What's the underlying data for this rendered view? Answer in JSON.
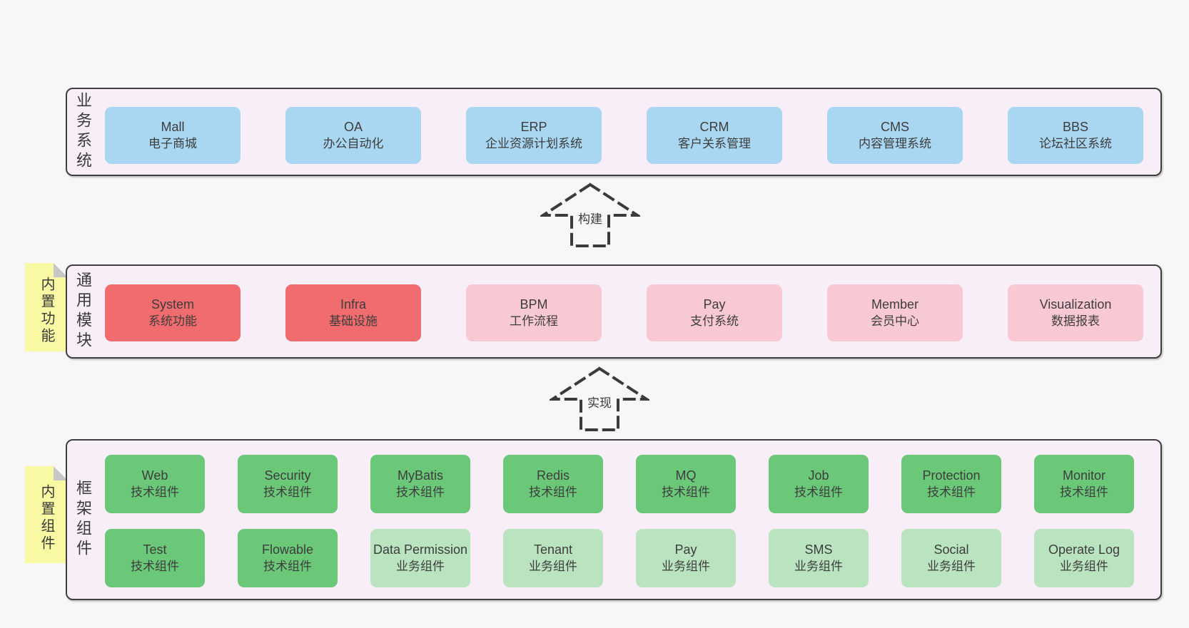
{
  "colors": {
    "page_background": "#f7f7f7",
    "panel_fill": "#f8eef7",
    "panel_border": "#3f3f3f",
    "blue_box": "#a9d7f1",
    "red_box": "#f16c6e",
    "pink_box": "#f9c9d3",
    "green_box": "#6ac878",
    "light_green_box": "#bae4c0",
    "sticky_yellow": "#f9f9a3",
    "text": "#3d3d3d"
  },
  "business": {
    "label": "业务系统",
    "boxes": [
      {
        "name": "Mall",
        "subtitle": "电子商城",
        "variant": "blue"
      },
      {
        "name": "OA",
        "subtitle": "办公自动化",
        "variant": "blue"
      },
      {
        "name": "ERP",
        "subtitle": "企业资源计划系统",
        "variant": "blue"
      },
      {
        "name": "CRM",
        "subtitle": "客户关系管理",
        "variant": "blue"
      },
      {
        "name": "CMS",
        "subtitle": "内容管理系统",
        "variant": "blue"
      },
      {
        "name": "BBS",
        "subtitle": "论坛社区系统",
        "variant": "blue"
      }
    ]
  },
  "arrow_build": {
    "label": "构建"
  },
  "common": {
    "sticky": "内置功能",
    "label": "通用模块",
    "boxes": [
      {
        "name": "System",
        "subtitle": "系统功能",
        "variant": "red"
      },
      {
        "name": "Infra",
        "subtitle": "基础设施",
        "variant": "red"
      },
      {
        "name": "BPM",
        "subtitle": "工作流程",
        "variant": "pink"
      },
      {
        "name": "Pay",
        "subtitle": "支付系统",
        "variant": "pink"
      },
      {
        "name": "Member",
        "subtitle": "会员中心",
        "variant": "pink"
      },
      {
        "name": "Visualization",
        "subtitle": "数据报表",
        "variant": "pink"
      }
    ]
  },
  "arrow_implement": {
    "label": "实现"
  },
  "framework": {
    "sticky": "内置组件",
    "label": "框架组件",
    "row1": [
      {
        "name": "Web",
        "subtitle": "技术组件",
        "variant": "green"
      },
      {
        "name": "Security",
        "subtitle": "技术组件",
        "variant": "green"
      },
      {
        "name": "MyBatis",
        "subtitle": "技术组件",
        "variant": "green"
      },
      {
        "name": "Redis",
        "subtitle": "技术组件",
        "variant": "green"
      },
      {
        "name": "MQ",
        "subtitle": "技术组件",
        "variant": "green"
      },
      {
        "name": "Job",
        "subtitle": "技术组件",
        "variant": "green"
      },
      {
        "name": "Protection",
        "subtitle": "技术组件",
        "variant": "green"
      },
      {
        "name": "Monitor",
        "subtitle": "技术组件",
        "variant": "green"
      }
    ],
    "row2": [
      {
        "name": "Test",
        "subtitle": "技术组件",
        "variant": "green"
      },
      {
        "name": "Flowable",
        "subtitle": "技术组件",
        "variant": "green"
      },
      {
        "name": "Data Permission",
        "subtitle": "业务组件",
        "variant": "lightgreen"
      },
      {
        "name": "Tenant",
        "subtitle": "业务组件",
        "variant": "lightgreen"
      },
      {
        "name": "Pay",
        "subtitle": "业务组件",
        "variant": "lightgreen"
      },
      {
        "name": "SMS",
        "subtitle": "业务组件",
        "variant": "lightgreen"
      },
      {
        "name": "Social",
        "subtitle": "业务组件",
        "variant": "lightgreen"
      },
      {
        "name": "Operate Log",
        "subtitle": "业务组件",
        "variant": "lightgreen"
      }
    ]
  }
}
